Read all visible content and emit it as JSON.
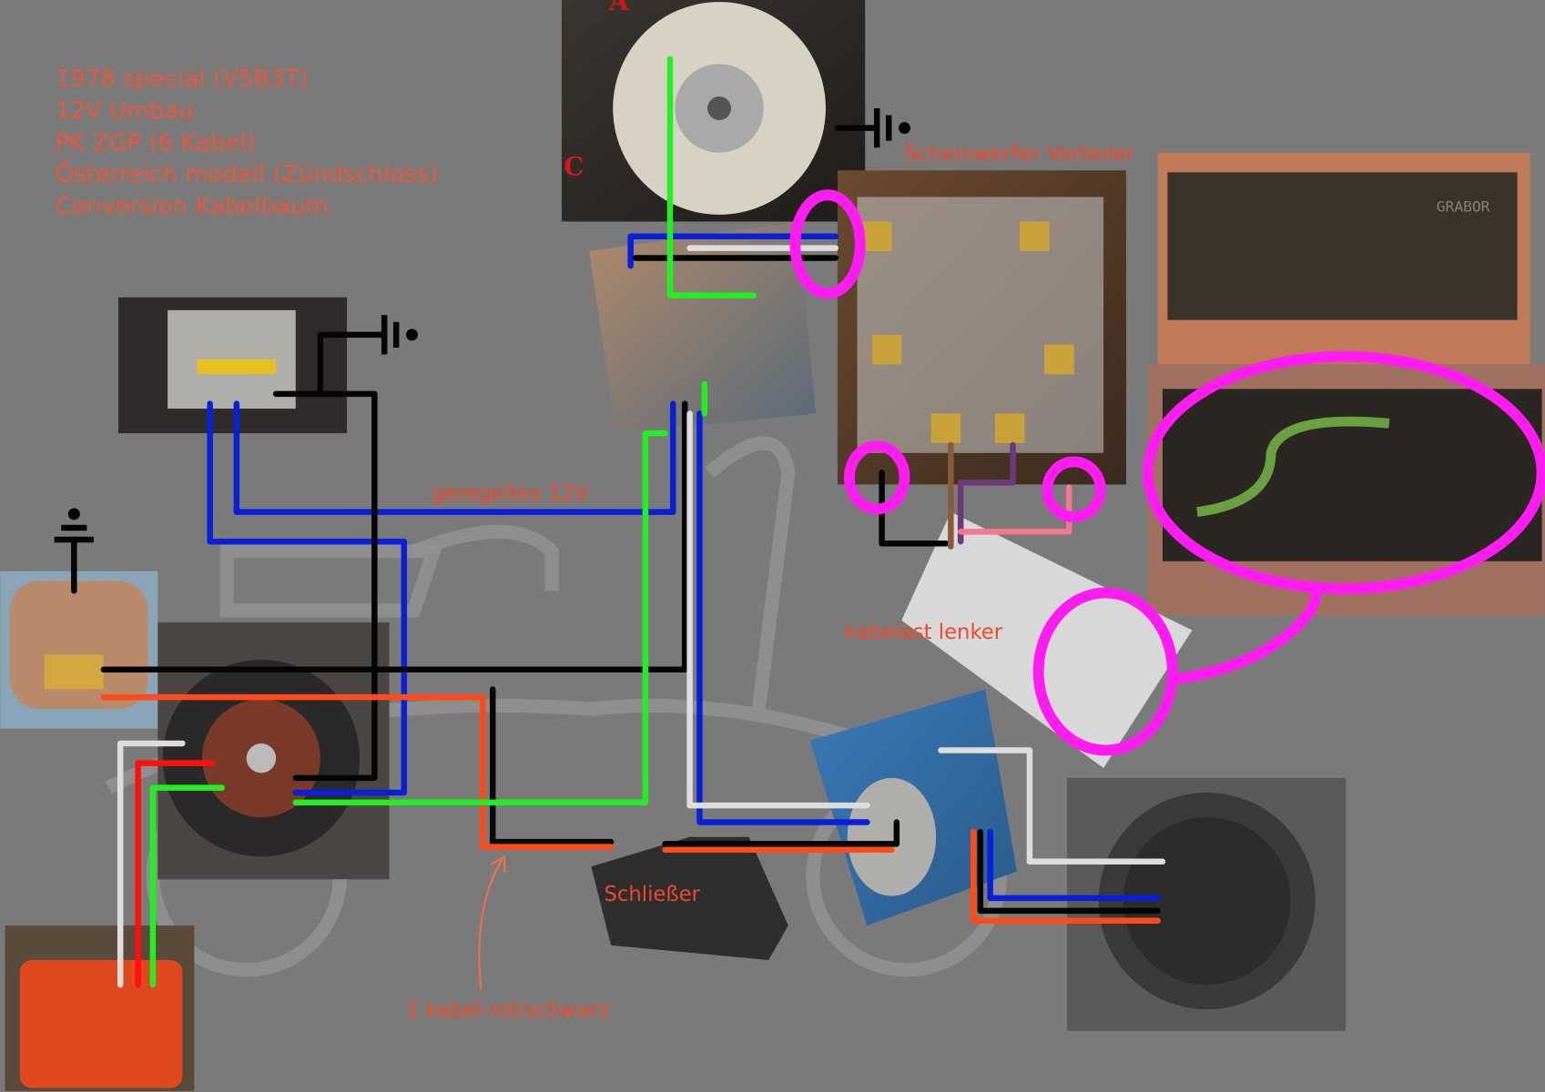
{
  "title_lines": [
    "1978 special (V5B3T)",
    "12V Umbau",
    "PK ZGP (6 Kabel)",
    "Österreich modell (Zündschloss)",
    "Conversion Kabelbaum"
  ],
  "labels": {
    "stator_a": "A",
    "stator_c": "C",
    "headlight_distributor": "Scheinwerfer Verteiler",
    "regulated_12v": "geregeltes 12V",
    "handlebar_harness": "kabelast lenker",
    "closer": "Schließer",
    "single_wire": "1 kabel-rot/schwarz",
    "switch_brand": "GRABOR"
  },
  "colors": {
    "blue": "#0a1fd8",
    "black": "#050505",
    "red": "#ff4a1a",
    "green": "#22ee22",
    "white": "#dddddd",
    "highlight": "#ff1cf0",
    "label": "#f0492a"
  }
}
